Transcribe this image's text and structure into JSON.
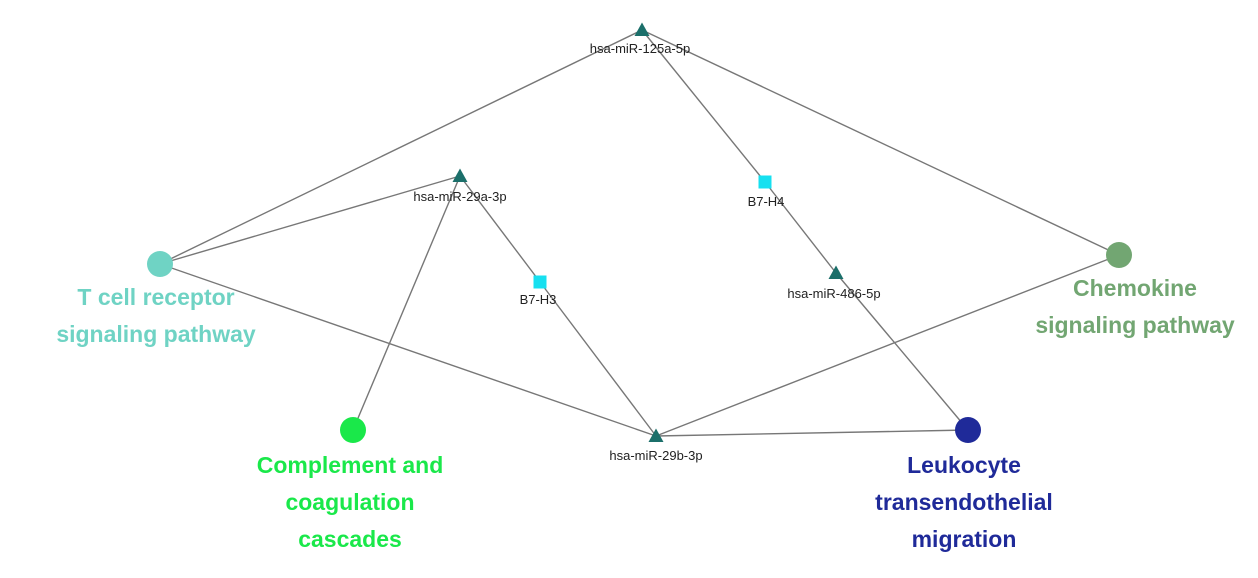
{
  "nodes": [
    {
      "id": "mir125a",
      "kind": "mirna",
      "label": "hsa-miR-125a-5p",
      "color": "#1b6f6a"
    },
    {
      "id": "mir29a",
      "kind": "mirna",
      "label": "hsa-miR-29a-3p",
      "color": "#1b6f6a"
    },
    {
      "id": "mir486",
      "kind": "mirna",
      "label": "hsa-miR-486-5p",
      "color": "#1b6f6a"
    },
    {
      "id": "mir29b",
      "kind": "mirna",
      "label": "hsa-miR-29b-3p",
      "color": "#1b6f6a"
    },
    {
      "id": "b7h4",
      "kind": "gene",
      "label": "B7-H4",
      "color": "#16e0f0"
    },
    {
      "id": "b7h3",
      "kind": "gene",
      "label": "B7-H3",
      "color": "#16e0f0"
    },
    {
      "id": "tcell",
      "kind": "pathway",
      "label_lines": [
        "T cell receptor",
        "signaling pathway"
      ],
      "color": "#6fd3c4",
      "text_color": "#6fd3c4"
    },
    {
      "id": "chemokine",
      "kind": "pathway",
      "label_lines": [
        "Chemokine",
        "signaling pathway"
      ],
      "color": "#72a672",
      "text_color": "#72a672"
    },
    {
      "id": "complement",
      "kind": "pathway",
      "label_lines": [
        "Complement and",
        "coagulation",
        "cascades"
      ],
      "color": "#1ae84a",
      "text_color": "#1ae84a"
    },
    {
      "id": "leukocyte",
      "kind": "pathway",
      "label_lines": [
        "Leukocyte",
        "transendothelial",
        "migration"
      ],
      "color": "#1f2a99",
      "text_color": "#1f2a99"
    }
  ],
  "edges": [
    [
      "mir125a",
      "tcell"
    ],
    [
      "mir125a",
      "chemokine"
    ],
    [
      "mir125a",
      "b7h4"
    ],
    [
      "b7h4",
      "mir486"
    ],
    [
      "mir486",
      "leukocyte"
    ],
    [
      "mir29a",
      "tcell"
    ],
    [
      "mir29a",
      "complement"
    ],
    [
      "mir29a",
      "b7h3"
    ],
    [
      "b7h3",
      "mir29b"
    ],
    [
      "tcell",
      "mir29b"
    ],
    [
      "mir29b",
      "chemokine"
    ],
    [
      "mir29b",
      "leukocyte"
    ]
  ]
}
